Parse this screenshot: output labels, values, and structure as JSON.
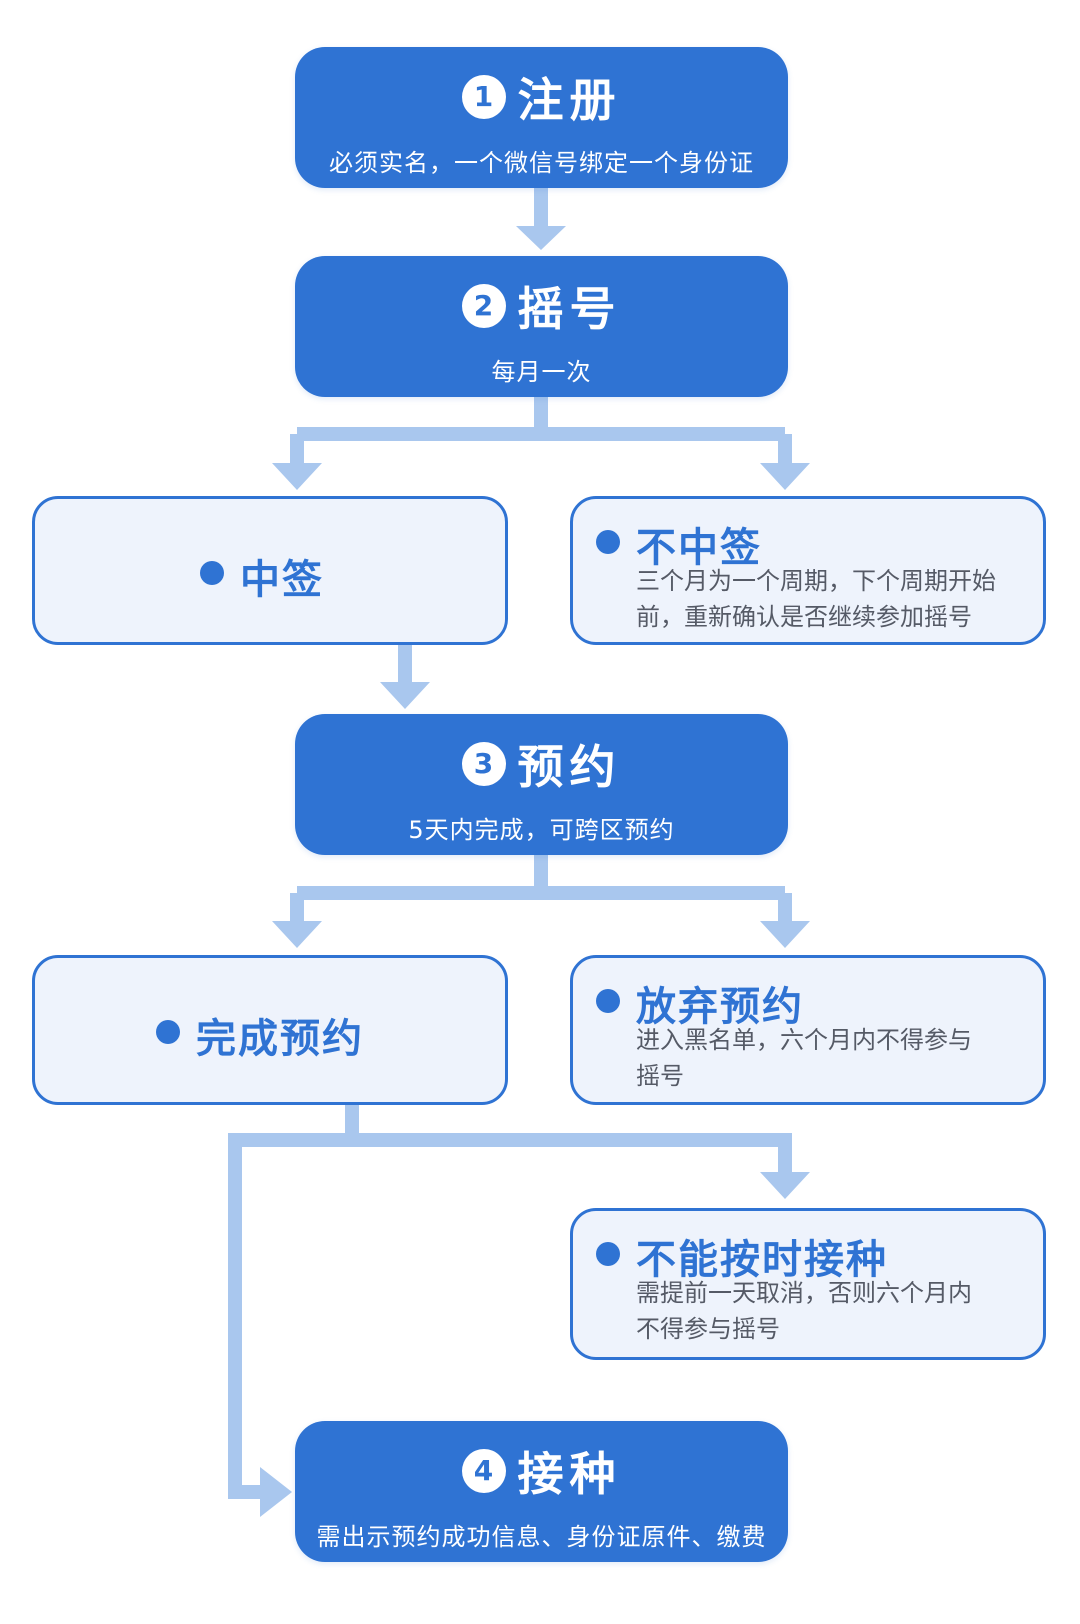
{
  "steps": {
    "register": {
      "num": "1",
      "title": "注册",
      "sub": "必须实名，一个微信号绑定一个身份证"
    },
    "lottery": {
      "num": "2",
      "title": "摇号",
      "sub": "每月一次"
    },
    "booking": {
      "num": "3",
      "title": "预约",
      "sub": "5天内完成，可跨区预约"
    },
    "vaccinate": {
      "num": "4",
      "title": "接种",
      "sub": "需出示预约成功信息、身份证原件、缴费"
    }
  },
  "outcomes": {
    "won": {
      "title": "中签"
    },
    "lost": {
      "title": "不中签",
      "body_lines": [
        "三个月为一个周期，下个周期开始",
        "前，重新确认是否继续参加摇号"
      ]
    },
    "booked": {
      "title": "完成预约"
    },
    "abandon": {
      "title": "放弃预约",
      "body_lines": [
        "进入黑名单，六个月内不得参与",
        "摇号"
      ]
    },
    "absent": {
      "title": "不能按时接种",
      "body_lines": [
        "需提前一天取消，否则六个月内",
        "不得参与摇号"
      ]
    }
  },
  "colors": {
    "primary": "#2f73d3",
    "connector": "#a9c7ee",
    "card_bg": "#eef3fc",
    "body_text": "#555a66"
  }
}
